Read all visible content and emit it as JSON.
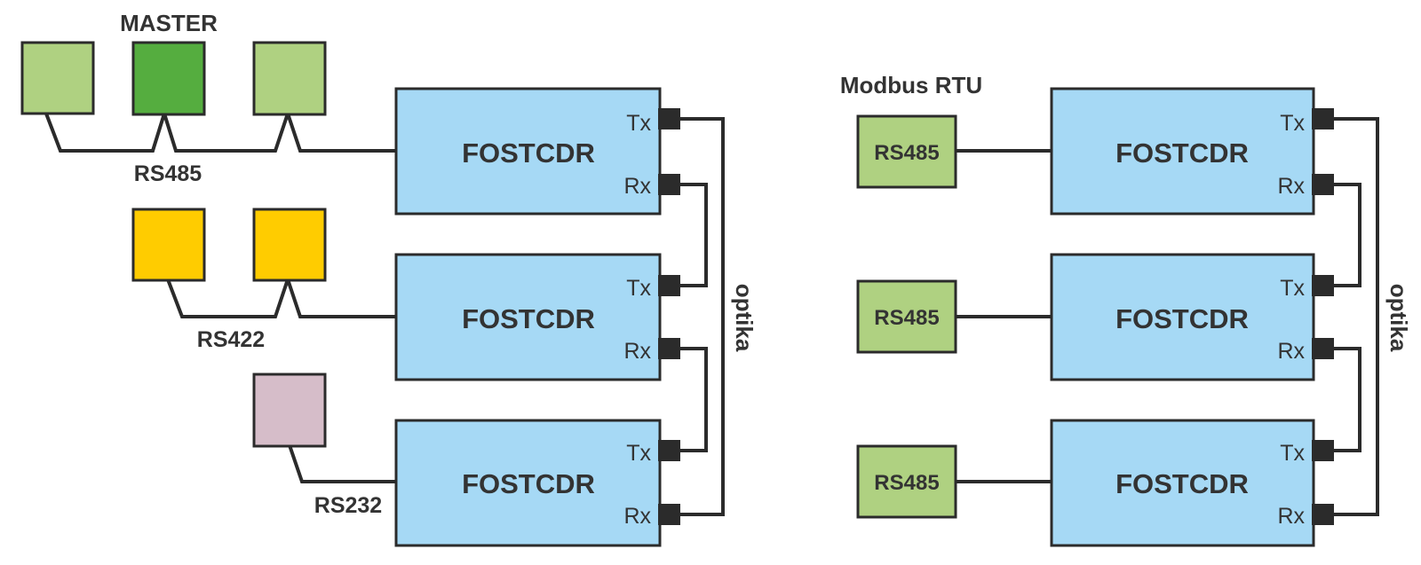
{
  "colors": {
    "fostcdr": "#a6d9f5",
    "slave_green": "#afd181",
    "master_green": "#55ad3f",
    "rs422_yellow": "#ffcc00",
    "rs232_pink": "#d6bdc9",
    "line": "#2b2b2b",
    "text": "#333333"
  },
  "left": {
    "master_label": "MASTER",
    "bus_labels": [
      "RS485",
      "RS422",
      "RS232"
    ],
    "converters": [
      {
        "name": "FOSTCDR",
        "tx": "Tx",
        "rx": "Rx"
      },
      {
        "name": "FOSTCDR",
        "tx": "Tx",
        "rx": "Rx"
      },
      {
        "name": "FOSTCDR",
        "tx": "Tx",
        "rx": "Rx"
      }
    ],
    "fiber_label": "optika"
  },
  "right": {
    "protocol_label": "Modbus RTU",
    "devices": [
      {
        "label": "RS485"
      },
      {
        "label": "RS485"
      },
      {
        "label": "RS485"
      }
    ],
    "converters": [
      {
        "name": "FOSTCDR",
        "tx": "Tx",
        "rx": "Rx"
      },
      {
        "name": "FOSTCDR",
        "tx": "Tx",
        "rx": "Rx"
      },
      {
        "name": "FOSTCDR",
        "tx": "Tx",
        "rx": "Rx"
      }
    ],
    "fiber_label": "optika"
  }
}
